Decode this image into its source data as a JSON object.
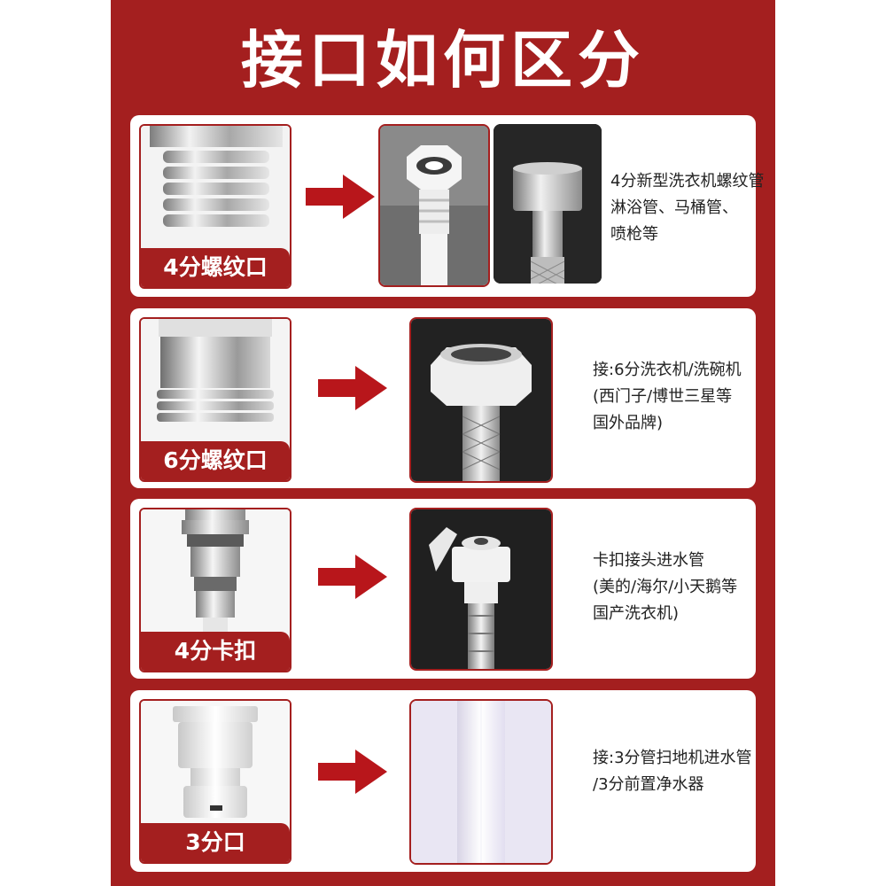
{
  "title": "接口如何区分",
  "rows": [
    {
      "label": "4分螺纹口",
      "desc": [
        "4分新型洗衣机螺纹管",
        "淋浴管、马桶管、",
        "喷枪等"
      ]
    },
    {
      "label": "6分螺纹口",
      "desc": [
        "接:6分洗衣机/洗碗机",
        "(西门子/博世三星等",
        "国外品牌)"
      ]
    },
    {
      "label": "4分卡扣",
      "desc": [
        "卡扣接头进水管",
        "(美的/海尔/小天鹅等",
        "国产洗衣机)"
      ]
    },
    {
      "label": "3分口",
      "desc": [
        "接:3分管扫地机进水管",
        "/3分前置净水器"
      ]
    }
  ],
  "colors": {
    "brand_red": "#a41f1f",
    "arrow_red": "#b8161b"
  }
}
